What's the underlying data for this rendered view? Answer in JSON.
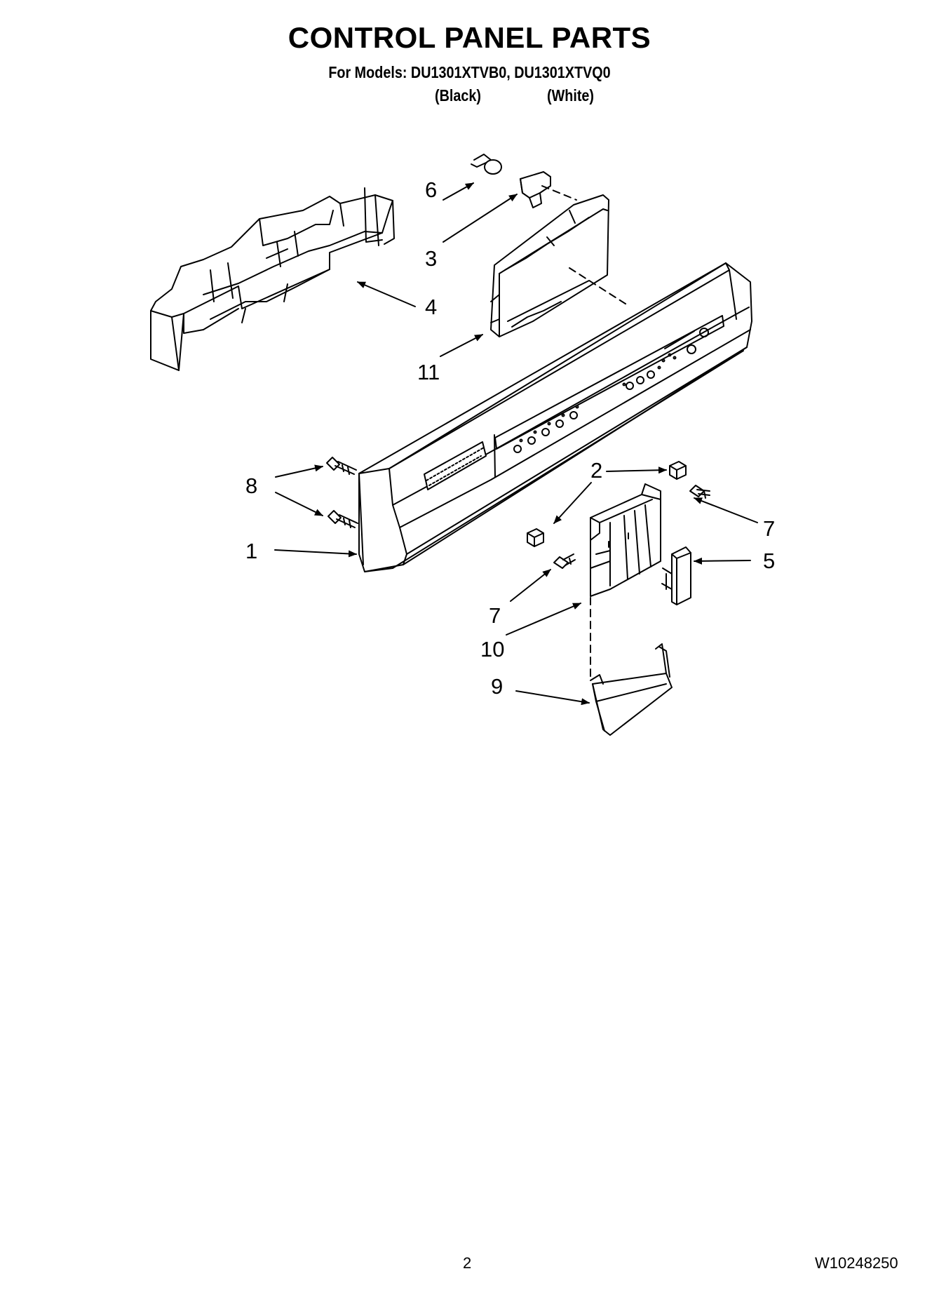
{
  "header": {
    "title": "CONTROL PANEL PARTS",
    "models_line": "For Models: DU1301XTVB0, DU1301XTVQ0",
    "color_black": "(Black)",
    "color_white": "(White)"
  },
  "callouts": {
    "c1": "1",
    "c2": "2",
    "c3": "3",
    "c4": "4",
    "c5": "5",
    "c6": "6",
    "c7a": "7",
    "c7b": "7",
    "c8": "8",
    "c9": "9",
    "c10": "10",
    "c11": "11"
  },
  "footer": {
    "page_number": "2",
    "document_number": "W10248250"
  },
  "colors": {
    "ink": "#000000",
    "paper": "#ffffff"
  }
}
